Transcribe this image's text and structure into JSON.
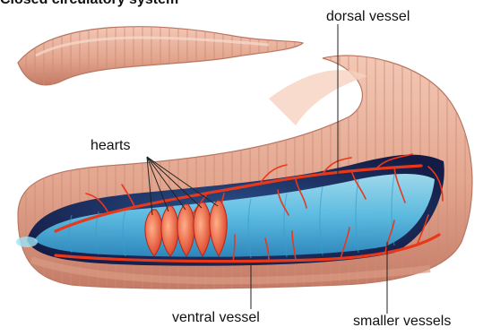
{
  "diagram": {
    "title": "Closed circulatory system",
    "labels": {
      "dorsal": "dorsal vessel",
      "hearts": "hearts",
      "ventral": "ventral vessel",
      "smaller": "smaller vessels"
    },
    "colors": {
      "skin": "#e3a58e",
      "skin_dark": "#c7806a",
      "skin_light": "#f6cfbe",
      "cavity": "#1c2a5c",
      "gut": "#6fd0ee",
      "vessel": "#e8381c",
      "heart": "#e54b2a"
    }
  }
}
